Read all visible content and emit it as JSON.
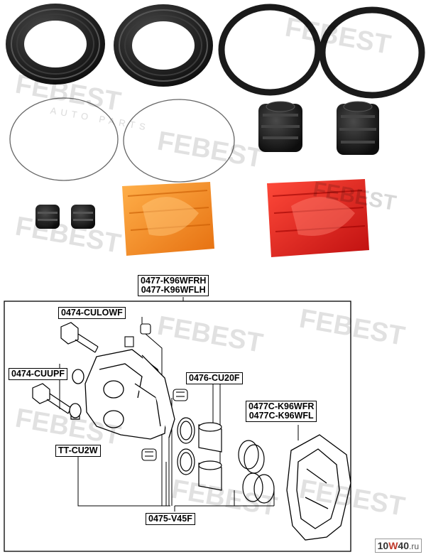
{
  "watermark": {
    "brand": "FEBEST",
    "sub": "AUTO PARTS"
  },
  "labels": {
    "main_part_line1": "0477-K96WFRH",
    "main_part_line2": "0477-K96WFLH",
    "culowf": "0474-CULOWF",
    "cuupf": "0474-CUUPF",
    "cu20f": "0476-CU20F",
    "bracket_line1": "0477C-K96WFR",
    "bracket_line2": "0477C-K96WFL",
    "ttcu2w": "TT-CU2W",
    "v45f": "0475-V45F"
  },
  "site_badge": {
    "prefix": "10",
    "accent": "W",
    "middle": "40",
    "suffix": ".ru"
  },
  "colors": {
    "seal_black": "#1a1a1a",
    "bag_orange": "#f08a1c",
    "bag_red": "#e0241b",
    "line": "#000000"
  }
}
